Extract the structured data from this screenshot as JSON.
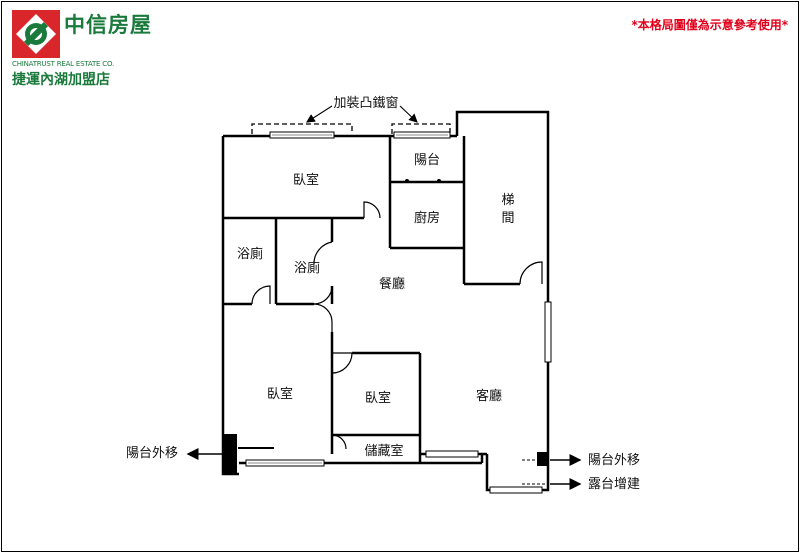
{
  "brand": {
    "name": "中信房屋",
    "english": "CHINATRUST REAL ESTATE CO.",
    "branch": "捷運內湖加盟店",
    "colors": {
      "green": "#1a7a3c",
      "red": "#d9262b"
    }
  },
  "disclaimer": "*本格局圖僅為示意參考使用*",
  "disclaimer_color": "#e0001b",
  "rooms": {
    "bedroom_top": "臥室",
    "balcony": "陽台",
    "kitchen": "廚房",
    "stairs_line1": "梯",
    "stairs_line2": "間",
    "bath_left": "浴廁",
    "bath_right": "浴廁",
    "dining": "餐廳",
    "bedroom_left": "臥室",
    "bedroom_mid": "臥室",
    "living": "客廳",
    "storage": "儲藏室"
  },
  "annotations": {
    "bay_window": "加裝凸鐵窗",
    "balcony_moved_left": "陽台外移",
    "balcony_moved_right": "陽台外移",
    "terrace_extension": "露台增建"
  }
}
